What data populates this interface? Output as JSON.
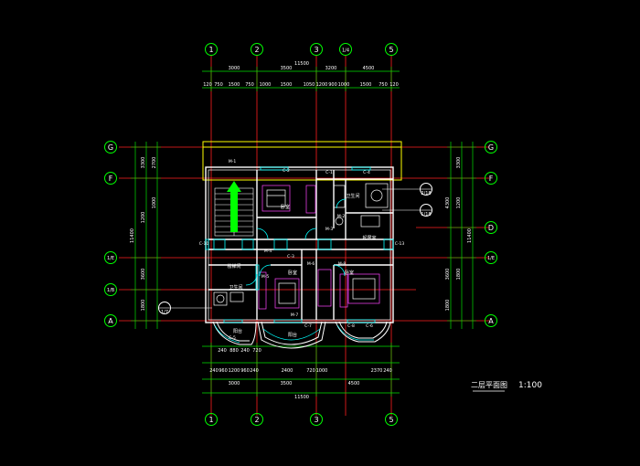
{
  "drawing": {
    "sheet_title": "二层平面图",
    "scale": "1:100",
    "colors": {
      "background": "#000000",
      "axis_line": "#ff0000",
      "dimension": "#00ff00",
      "wall": "#ffffff",
      "bubble": "#00ff00",
      "furniture": "#ff00ff",
      "door": "#00ffff",
      "text": "#ffffff",
      "balcony": "#ffff00"
    },
    "vertical_axes": [
      "1",
      "2",
      "3",
      "1/4",
      "5"
    ],
    "horizontal_axes": {
      "left": [
        "G",
        "F",
        "1/E",
        "1/B",
        "A"
      ],
      "right": [
        "G",
        "F",
        "D",
        "1/E",
        "A"
      ]
    },
    "top_dims": {
      "total": "11500",
      "row1": [
        "3000",
        "3500",
        "3200",
        "4500"
      ],
      "row2": [
        "120",
        "750",
        "1500",
        "750",
        "1000",
        "1500",
        "1050",
        "1200",
        "900",
        "1000",
        "1500",
        "750",
        "120"
      ]
    },
    "bottom_dims": {
      "total": "11500",
      "row1": [
        "240",
        "880",
        "240",
        "720"
      ],
      "row2": [
        "240",
        "960",
        "1200",
        "960",
        "240",
        "2400",
        "720",
        "1000",
        "2370",
        "240"
      ],
      "row3": [
        "3000",
        "3500",
        "4500"
      ]
    },
    "left_dims": {
      "total": "11400",
      "labels": [
        "3300",
        "1200",
        "2700",
        "1000",
        "3600",
        "1800"
      ]
    },
    "right_dims": {
      "total": "11400",
      "labels": [
        "3300",
        "1200",
        "4300",
        "3600",
        "1800",
        "1800"
      ]
    },
    "room_labels": [
      "卧室",
      "卧室",
      "卧室",
      "卫生间",
      "起居室",
      "楼梯间",
      "阳台",
      "阳台",
      "卫生间"
    ],
    "tags": [
      "M-1",
      "C-2",
      "C-1",
      "C-4",
      "M-2",
      "M-3",
      "M-4",
      "M-5",
      "C-3",
      "C-5",
      "C-6",
      "C-10",
      "C-13",
      "M-6",
      "M-7",
      "C-7",
      "C-8",
      "M-8"
    ],
    "index_bubbles": [
      "1/7",
      "2/18",
      "1/18"
    ]
  }
}
